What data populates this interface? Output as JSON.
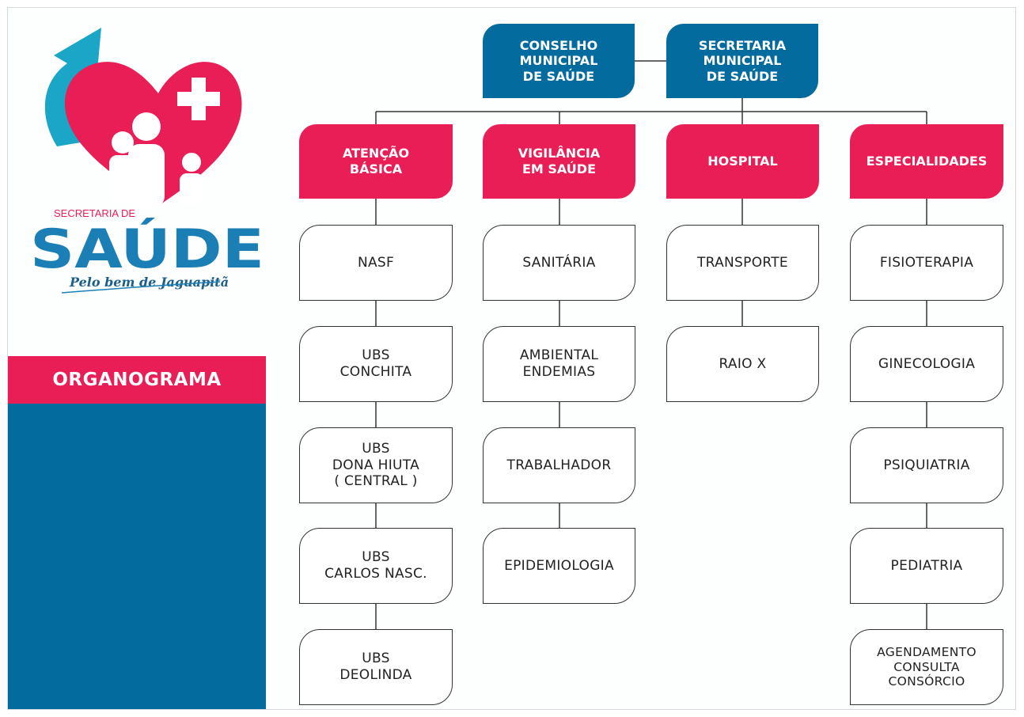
{
  "brand": {
    "subtitle": "SECRETARIA DE",
    "title": "SAÚDE",
    "tagline": "Pelo bem de Jaguapitã",
    "colors": {
      "blue": "#046b9f",
      "pink": "#e91e57",
      "cyan": "#1ba6c8"
    }
  },
  "band_label": "ORGANOGRAMA",
  "top": {
    "conselho": "CONSELHO\nMUNICIPAL\nDE SAÚDE",
    "secretaria": "SECRETARIA\nMUNICIPAL\nDE SAÚDE"
  },
  "columns": [
    {
      "head": "ATENÇÃO\nBÁSICA",
      "items": [
        "NASF",
        "UBS\nCONCHITA",
        "UBS\nDONA HIUTA\n( CENTRAL )",
        "UBS\nCARLOS NASC.",
        "UBS\nDEOLINDA"
      ]
    },
    {
      "head": "VIGILÂNCIA\nEM SAÚDE",
      "items": [
        "SANITÁRIA",
        "AMBIENTAL\nENDEMIAS",
        "TRABALHADOR",
        "EPIDEMIOLOGIA"
      ]
    },
    {
      "head": "HOSPITAL",
      "items": [
        "TRANSPORTE",
        "RAIO X"
      ]
    },
    {
      "head": "ESPECIALIDADES",
      "items": [
        "FISIOTERAPIA",
        "GINECOLOGIA",
        "PSIQUIATRIA",
        "PEDIATRIA",
        "AGENDAMENTO\nCONSULTA\nCONSÓRCIO"
      ]
    }
  ]
}
